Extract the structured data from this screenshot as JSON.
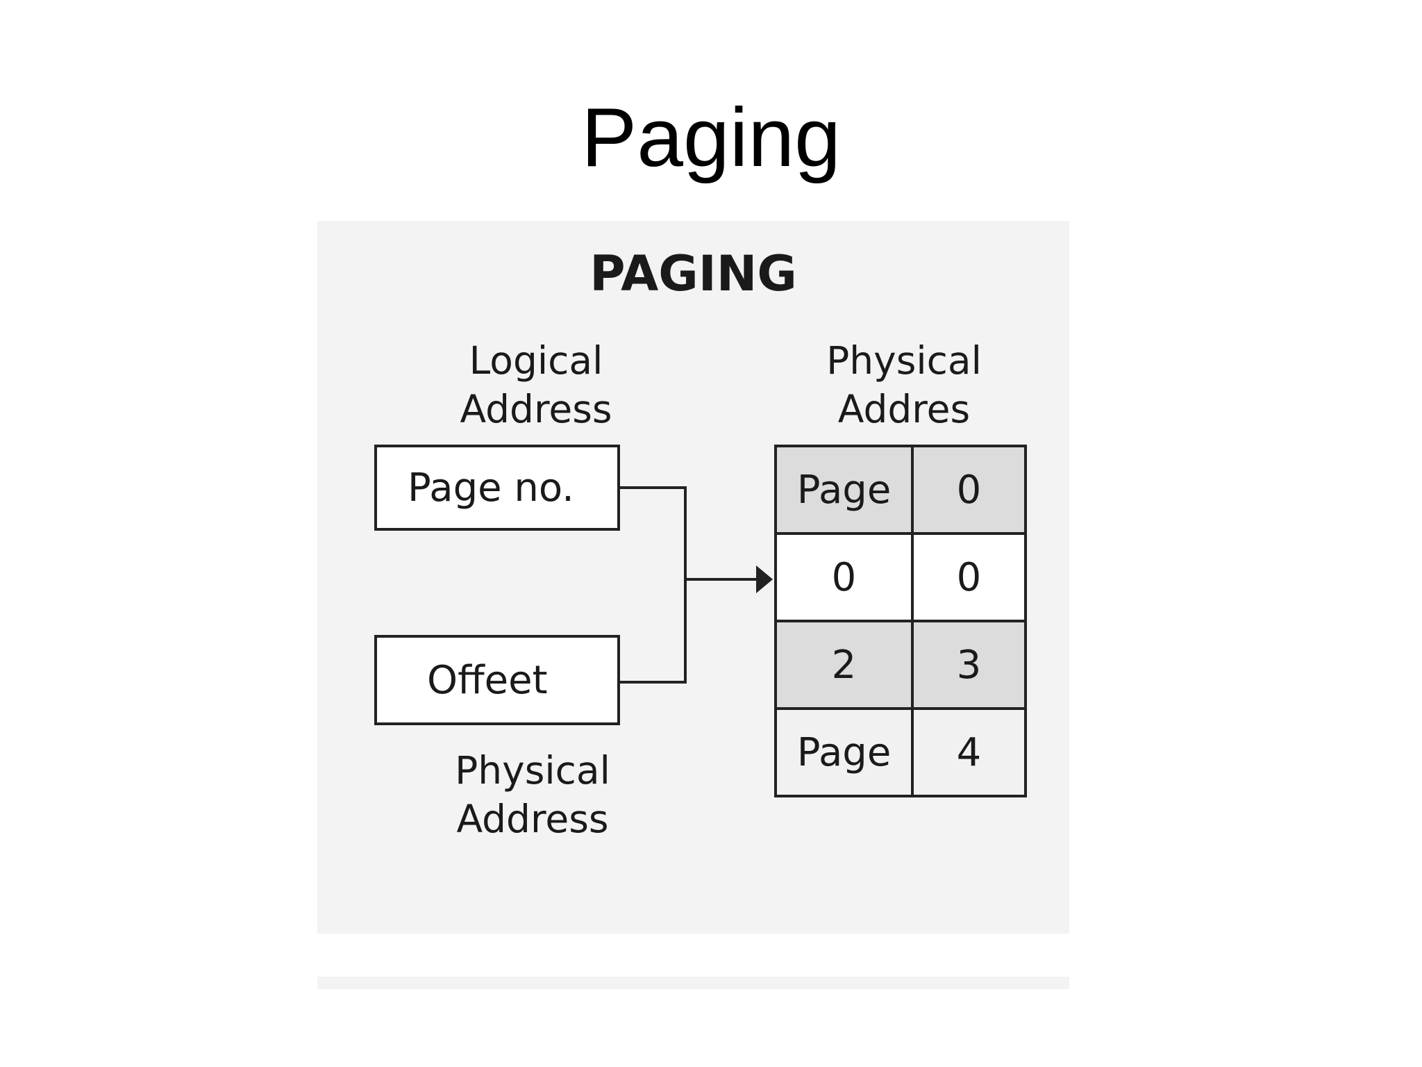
{
  "slide": {
    "title": "Paging"
  },
  "diagram": {
    "title": "PAGING",
    "logical_address_label": [
      "Logical",
      "Address"
    ],
    "physical_address_top_label": [
      "Physical",
      "Addres"
    ],
    "physical_address_bottom_label": [
      "Physical",
      "Address"
    ],
    "logical_boxes": {
      "page_no": "Page no.",
      "offset": "Offeet"
    },
    "table": {
      "rows": [
        [
          "Page",
          "0"
        ],
        [
          "0",
          "0"
        ],
        [
          "2",
          "3"
        ],
        [
          "Page",
          "4"
        ]
      ]
    },
    "colors": {
      "panel_background": "#f3f3f3",
      "shaded_cell": "#dcdcdc",
      "line": "#222222"
    }
  }
}
